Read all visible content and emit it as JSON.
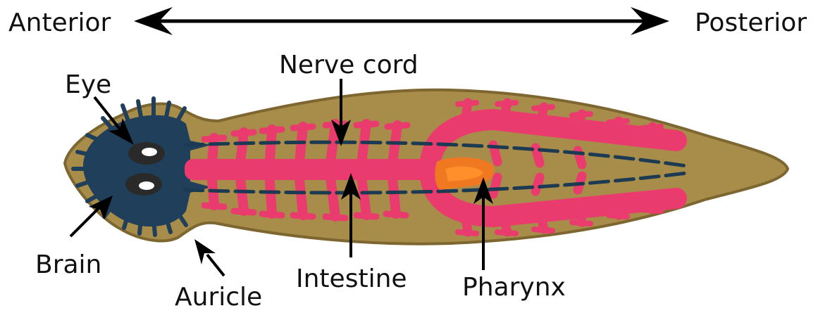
{
  "labels": {
    "anterior": "Anterior",
    "posterior": "Posterior",
    "nerve_cord": "Nerve cord",
    "eye": "Eye",
    "brain": "Brain",
    "auricle": "Auricle",
    "intestine": "Intestine",
    "pharynx": "Pharynx"
  },
  "colors": {
    "body": "#a88d4a",
    "body_outline": "#7d6630",
    "brain": "#1f3f5a",
    "intestine": "#ea3b6e",
    "pharynx": "#f07820",
    "nerve": "#1c3a52",
    "arrow": "#000000"
  }
}
